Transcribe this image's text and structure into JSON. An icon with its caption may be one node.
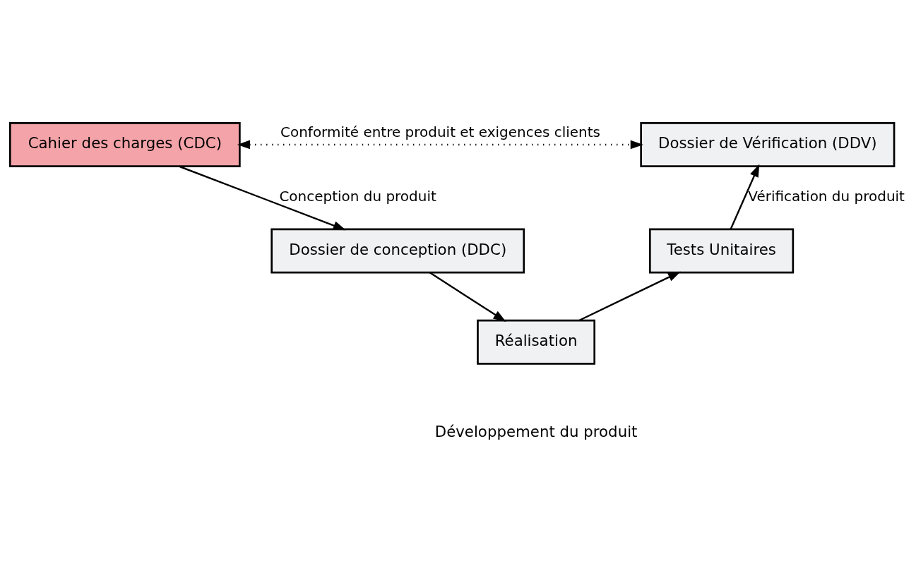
{
  "diagram": {
    "nodes": [
      {
        "text": [
          "Cahier des charges (CDC)"
        ]
      },
      {
        "text": [
          "Dossier de Vérification (DDV)"
        ]
      },
      {
        "text": [
          "Dossier de conception (DDC)"
        ]
      },
      {
        "text": [
          "Tests Unitaires"
        ]
      },
      {
        "text": [
          "Réalisation"
        ]
      }
    ],
    "edges": [
      {
        "from": 0,
        "to": 1,
        "arrow": "both",
        "style": "dashed",
        "label": "Conformité entre produit et exigences clients"
      },
      {
        "from": 0,
        "to": 2,
        "arrow": "to",
        "label": "Conception du produit"
      },
      {
        "from": 2,
        "to": 4,
        "arrow": "to"
      },
      {
        "from": 4,
        "to": 3,
        "arrow": "to"
      },
      {
        "from": 3,
        "to": 1,
        "arrow": "to",
        "label": "Vérification du produit"
      }
    ],
    "labels": [
      "Développement du produit"
    ]
  }
}
